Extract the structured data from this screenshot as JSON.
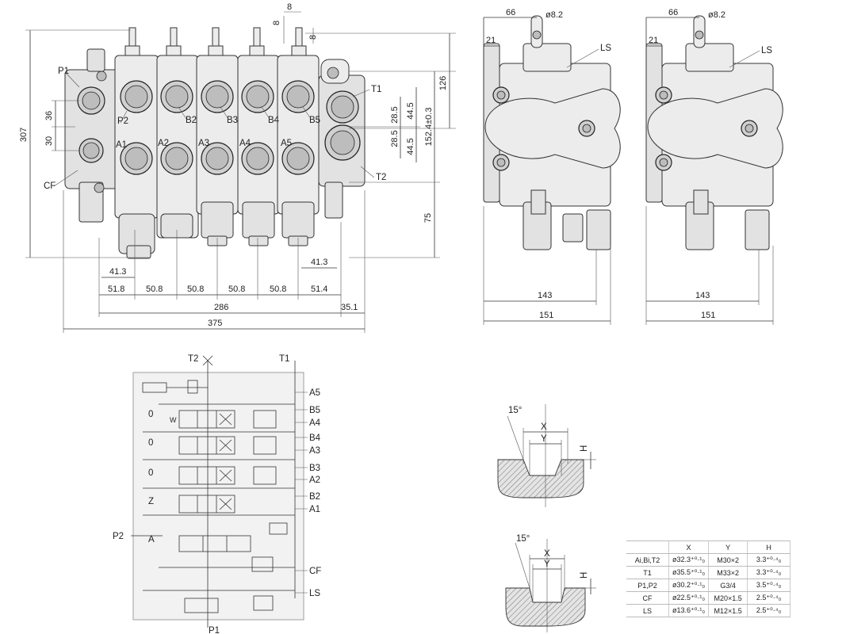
{
  "front_view": {
    "port_labels": {
      "p1": "P1",
      "p2": "P2",
      "cf": "CF",
      "t1": "T1",
      "t2": "T2",
      "b_ports": [
        "B2",
        "B3",
        "B4",
        "B5"
      ],
      "a_ports": [
        "A1",
        "A2",
        "A3",
        "A4",
        "A5"
      ]
    },
    "dims": {
      "height_total": "307",
      "d36": "36",
      "d30": "30",
      "d126": "126",
      "d75": "75",
      "d285a": "28.5",
      "d285b": "28.5",
      "d445a": "44.5",
      "d445b": "44.5",
      "d1524": "152.4±0.3",
      "top8": "8",
      "top8b": "8",
      "top8c": "8",
      "d413_left": "41.3",
      "d413_right": "41.3",
      "pitches": [
        "51.8",
        "50.8",
        "50.8",
        "50.8",
        "50.8",
        "51.4"
      ],
      "d286": "286",
      "d351": "35.1",
      "d375": "375"
    }
  },
  "side_views": [
    {
      "d66": "66",
      "dia": "ø8.2",
      "d21": "21",
      "ls": "LS",
      "d143": "143",
      "d151": "151"
    },
    {
      "d66": "66",
      "dia": "ø8.2",
      "d21": "21",
      "ls": "LS",
      "d143": "143",
      "d151": "151"
    }
  ],
  "schematic": {
    "top_left": "T2",
    "top_right": "T1",
    "bottom": "P1",
    "left_p2": "P2",
    "right_ports": [
      "A5",
      "B5",
      "A4",
      "B4",
      "A3",
      "B3",
      "A2",
      "B2",
      "A1",
      "CF",
      "LS"
    ],
    "section_marks": [
      "0",
      "0",
      "0",
      "Z",
      "A"
    ],
    "spring_w": "W"
  },
  "thread_detail": {
    "angle": "15°",
    "x": "X",
    "y": "Y",
    "h": "H"
  },
  "spec_table": {
    "headers": [
      "",
      "X",
      "Y",
      "H"
    ],
    "rows": [
      [
        "Ai,Bi,T2",
        "ø32.3⁺⁰·¹₀",
        "M30×2",
        "3.3⁺⁰·⁴₀"
      ],
      [
        "T1",
        "ø35.5⁺⁰·¹₀",
        "M33×2",
        "3.3⁺⁰·⁴₀"
      ],
      [
        "P1,P2",
        "ø30.2⁺⁰·¹₀",
        "G3/4",
        "3.5⁺⁰·⁴₀"
      ],
      [
        "CF",
        "ø22.5⁺⁰·¹₀",
        "M20×1.5",
        "2.5⁺⁰·⁴₀"
      ],
      [
        "LS",
        "ø13.6⁺⁰·¹₀",
        "M12×1.5",
        "2.5⁺⁰·⁴₀"
      ]
    ]
  },
  "colors": {
    "body": "#ececec",
    "line": "#333333",
    "port": "#d0d0d0"
  }
}
